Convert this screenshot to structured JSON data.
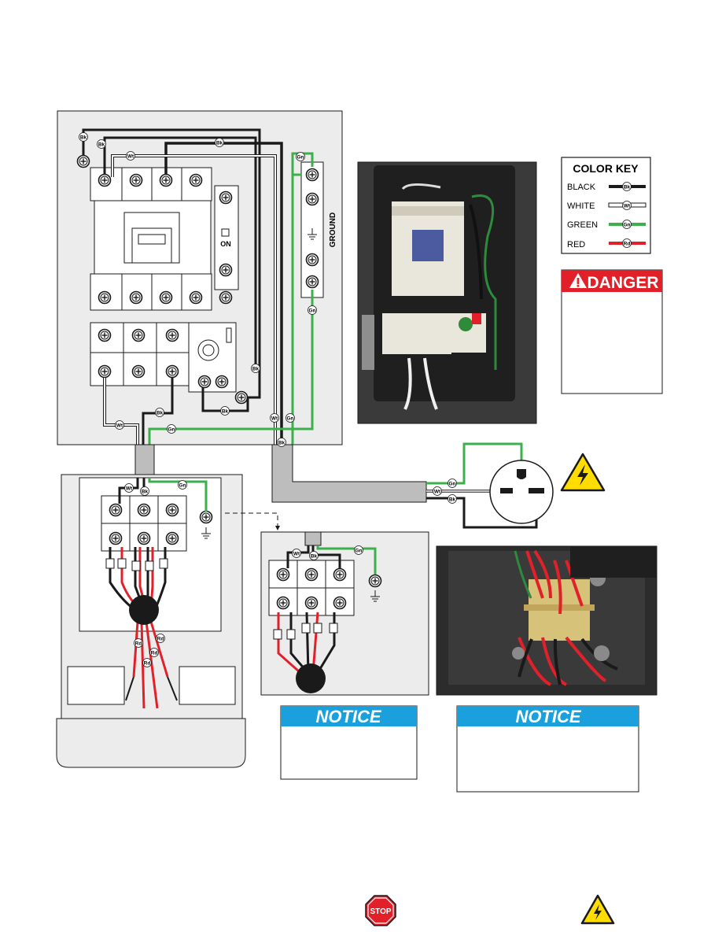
{
  "colors": {
    "black": "#1a1a1a",
    "white": "#ffffff",
    "green": "#3cb04a",
    "red": "#e2202a",
    "panel": "#ececec",
    "notice_blue": "#1aa0dc",
    "danger_red": "#e2202a",
    "warning_yellow": "#ffdd00"
  },
  "wire_tags": {
    "black": "Bk",
    "white": "Wt",
    "green": "Gn",
    "red": "Rd"
  },
  "control_panel": {
    "ground_label": "GROUND",
    "on_label": "ON"
  },
  "color_key": {
    "title": "COLOR KEY",
    "entries": [
      {
        "label": "BLACK",
        "tag": "Bk",
        "color": "#1a1a1a"
      },
      {
        "label": "WHITE",
        "tag": "Wt",
        "color": "#ffffff"
      },
      {
        "label": "GREEN",
        "tag": "Gn",
        "color": "#3cb04a"
      },
      {
        "label": "RED",
        "tag": "Rd",
        "color": "#e2202a"
      }
    ]
  },
  "danger_box": {
    "label": "DANGER"
  },
  "notice_left": {
    "label": "NOTICE"
  },
  "notice_right": {
    "label": "NOTICE"
  },
  "footer": {
    "stop_sign": "STOP"
  },
  "icons": [
    "danger-triangle-icon",
    "high-voltage-warning-icon",
    "stop-sign-icon",
    "ground-symbol-icon",
    "plug-receptacle-icon"
  ]
}
